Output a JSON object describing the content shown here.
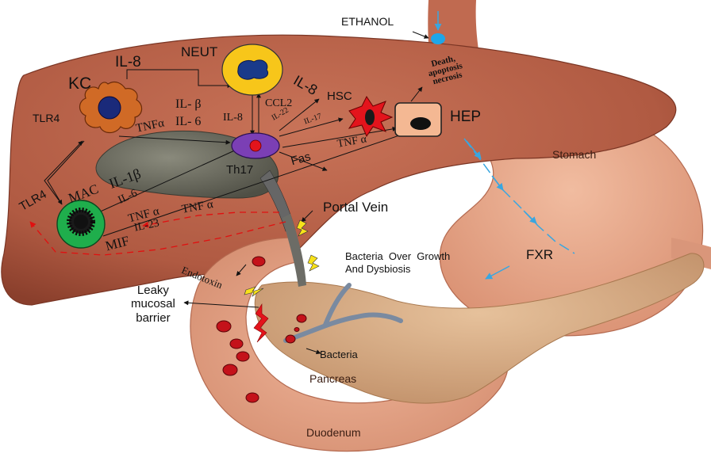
{
  "labels": {
    "ethanol": "ETHANOL",
    "neut": "NEUT",
    "il8_top": "IL-8",
    "kc": "KC",
    "tlr4_upper": "TLR4",
    "tlr4_lower": "TLR4",
    "il8_diag": "IL-8",
    "hsc": "HSC",
    "ccl2": "CCL2",
    "il_beta": "IL- β",
    "il6_a": "IL- 6",
    "il8_mid": "IL-8",
    "il22": "IL-22",
    "il17": "IL-17",
    "tnf_a1": "TNFα",
    "tnf_hep": "TNF α",
    "th17": "Th17",
    "fas": "Fas",
    "hep": "HEP",
    "death": "Death,\napoptosis\nnecrosis",
    "mac": "MAC",
    "il1b": "IL-1β",
    "il6_b": "IL-6",
    "tnf_a2": "TNF α",
    "tnf_a3": "TNF α",
    "mif": "MIF",
    "il23": "IL-23",
    "portal_vein": "Portal Vein",
    "stomach": "Stomach",
    "fxr": "FXR",
    "bacteria_growth": "Bacteria  Over  Growth\nAnd Dysbiosis",
    "endotoxin": "Endotoxin",
    "leaky": "Leaky\nmucosal\nbarrier",
    "bacteria": "Bacteria",
    "pancreas": "Pancreas",
    "duodenum": "Duodenum"
  },
  "colors": {
    "liver": "#b5614a",
    "stomach": "#e7a98c",
    "duodenum": "#e3a186",
    "pancreas": "#d7ac85",
    "neut_fill": "#f7c61a",
    "kc_fill": "#d06a26",
    "mac_fill": "#1fae4c",
    "th17_fill": "#7b3fb5",
    "hep_fill": "#f4b893",
    "hsc_fill": "#e3141c",
    "red_arrow": "#e01010",
    "blue_arrow": "#39a6e0"
  }
}
